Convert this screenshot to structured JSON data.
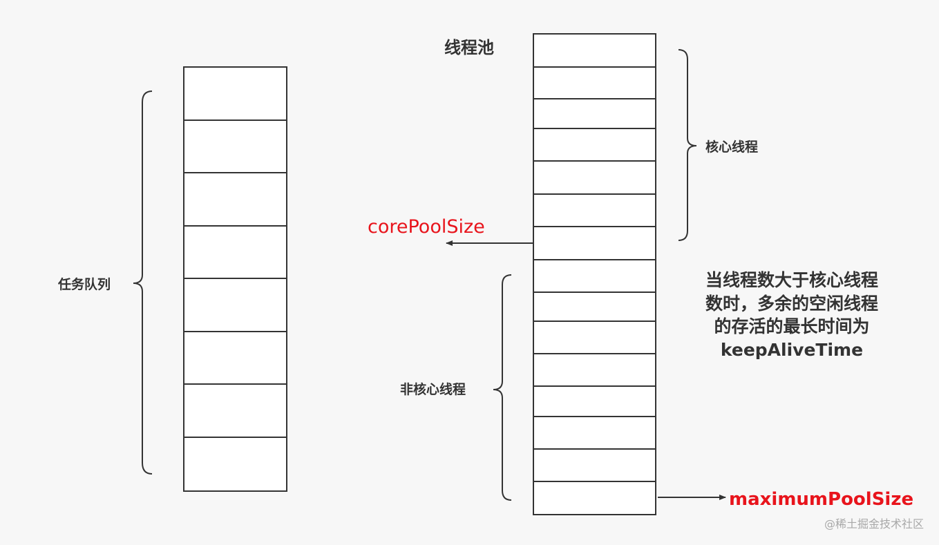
{
  "diagram": {
    "task_queue_label": "任务队列",
    "thread_pool_title": "线程池",
    "core_threads_label": "核心线程",
    "non_core_threads_label": "非核心线程",
    "core_pool_size_label": "corePoolSize",
    "maximum_pool_size_label": "maximumPoolSize",
    "keep_alive_note": [
      "当线程数大于核心线程",
      "数时，多余的空闲线程",
      "的存活的最长时间为",
      "keepAliveTime"
    ],
    "watermark": "@稀土掘金技术社区",
    "task_queue_slot_count": 8,
    "thread_pool_slot_count": 15,
    "colors": {
      "line": "#333333",
      "accent": "#e8141c",
      "background": "#f7f7f7"
    }
  }
}
